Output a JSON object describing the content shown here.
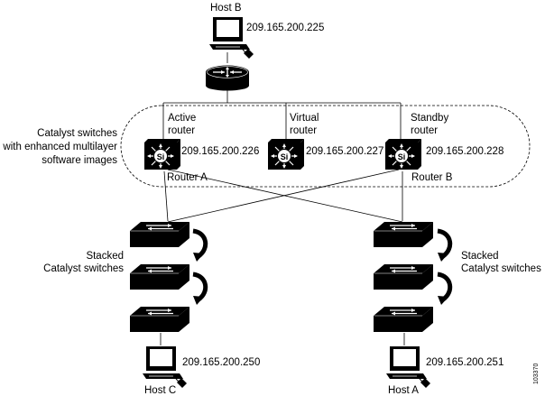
{
  "hosts": {
    "host_b": {
      "label": "Host B",
      "ip": "209.165.200.225"
    },
    "host_c": {
      "label": "Host C",
      "ip": "209.165.200.250"
    },
    "host_a": {
      "label": "Host A",
      "ip": "209.165.200.251"
    }
  },
  "catalyst_group": {
    "label_lines": [
      "Catalyst switches",
      "with enhanced multilayer",
      "software images"
    ]
  },
  "routers": {
    "active": {
      "role_lines": [
        "Active",
        "router"
      ],
      "ip": "209.165.200.226",
      "name": "Router A"
    },
    "virtual": {
      "role_lines": [
        "Virtual",
        "router"
      ],
      "ip": "209.165.200.227"
    },
    "standby": {
      "role_lines": [
        "Standby",
        "router"
      ],
      "ip": "209.165.200.228",
      "name": "Router B"
    }
  },
  "stacks": {
    "left": {
      "label_lines": [
        "Stacked",
        "Catalyst switches"
      ]
    },
    "right": {
      "label_lines": [
        "Stacked",
        "Catalyst switches"
      ]
    }
  },
  "switch_badge": "Si",
  "figure_id": "103370",
  "icons": {
    "workstation": "workstation-icon",
    "router": "router-icon",
    "multilayer_switch": "multilayer-switch-icon",
    "stacked_switch": "workgroup-switch-icon",
    "stack_arrow": "curved-arrow-icon"
  },
  "colors": {
    "line": "#000000",
    "icon_dark": "#000000",
    "icon_light": "#ffffff"
  }
}
